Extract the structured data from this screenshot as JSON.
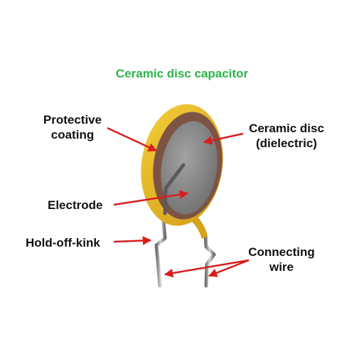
{
  "title": "Ceramic disc capacitor",
  "labels": {
    "protective_coating": [
      "Protective",
      "coating"
    ],
    "ceramic_disc": [
      "Ceramic disc",
      "(dielectric)"
    ],
    "electrode": "Electrode",
    "hold_off_kink": "Hold-off-kink",
    "connecting_wire": [
      "Connecting",
      "wire"
    ]
  },
  "colors": {
    "title": "#2eb34a",
    "arrow": "#d91e1e",
    "coating": "#e8b624",
    "disc": "#7d5344",
    "electrode": "#8c8c8c",
    "wire": "#9a9a9a"
  }
}
